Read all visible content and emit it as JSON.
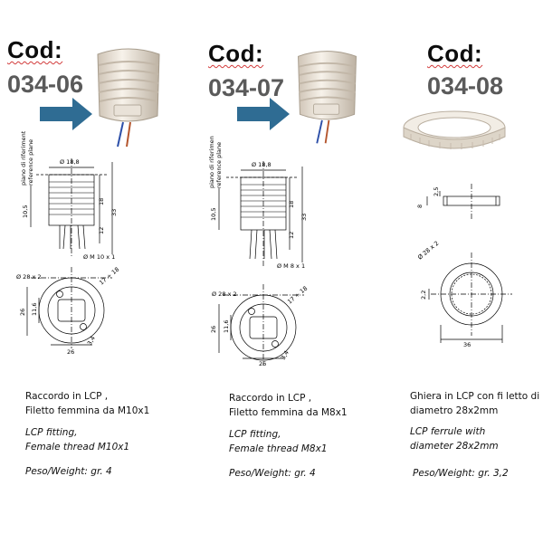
{
  "products": [
    {
      "cod_label": "Cod:",
      "code": "034-06",
      "drawing": {
        "top_diameter": "Ø 18,8",
        "plane_label_1": "piano di riferimento",
        "plane_label_2": "reference plane",
        "dim_10_5": "10,5",
        "dim_18": "18",
        "dim_33": "33",
        "dim_12": "12",
        "thread": "Ø M 10 x 1",
        "hole_diameter": "Ø 28 x 2",
        "angle_dim": "17 ÷ 18",
        "dim_26_v": "26",
        "dim_11_6": "11,6",
        "dim_26_h": "26",
        "dim_3_4": "3,4"
      },
      "desc_it_1": "Raccordo in LCP ,",
      "desc_it_2": "Filetto femmina da M10x1",
      "desc_en_1": "LCP fitting,",
      "desc_en_2": "Female thread M10x1",
      "weight": "Peso/Weight: gr. 4"
    },
    {
      "cod_label": "Cod:",
      "code": "034-07",
      "drawing": {
        "top_diameter": "Ø 18,8",
        "plane_label_1": "piano di riferimento",
        "plane_label_2": "reference plane",
        "dim_10_5": "10,5",
        "dim_18": "18",
        "dim_33": "33",
        "dim_12": "12",
        "thread": "Ø M 8 x 1",
        "hole_diameter": "Ø 28 x 2",
        "angle_dim": "17 ÷ 18",
        "dim_26_v": "26",
        "dim_11_6": "11,6",
        "dim_26_h": "26",
        "dim_3_4": "3,4"
      },
      "desc_it_1": "Raccordo in LCP ,",
      "desc_it_2": "Filetto femmina da M8x1",
      "desc_en_1": "LCP fitting,",
      "desc_en_2": "Female thread M8x1",
      "weight": "Peso/Weight: gr. 4"
    },
    {
      "cod_label": "Cod:",
      "code": "034-08",
      "drawing": {
        "dim_2_5": "2,5",
        "dim_8": "8",
        "hole_diameter": "Ø 28 x 2",
        "dim_2_2": "2,2",
        "dim_36": "36"
      },
      "desc_it_1": "Ghiera in LCP con fi letto di",
      "desc_it_2": "diametro 28x2mm",
      "desc_en_1": "LCP ferrule with",
      "desc_en_2": "diameter 28x2mm",
      "weight": "Peso/Weight: gr. 3,2"
    }
  ],
  "colors": {
    "arrow": "#2f6c93",
    "code_number": "#5a5a5a",
    "spellcheck_underline": "#d23b3b"
  }
}
